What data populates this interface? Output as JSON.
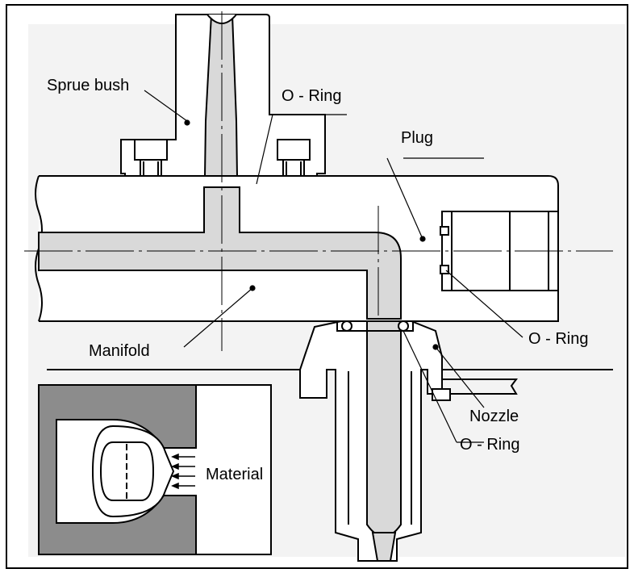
{
  "labels": {
    "sprue_bush": "Sprue bush",
    "o_ring_top": "O - Ring",
    "plug": "Plug",
    "manifold": "Manifold",
    "o_ring_right": "O - Ring",
    "nozzle": "Nozzle",
    "o_ring_bottom": "O - Ring",
    "material": "Material"
  },
  "colors": {
    "line": "#000000",
    "fill_light": "#d9d9d9",
    "fill_dark": "#8c8c8c",
    "background": "#ffffff",
    "border": "#000000"
  }
}
